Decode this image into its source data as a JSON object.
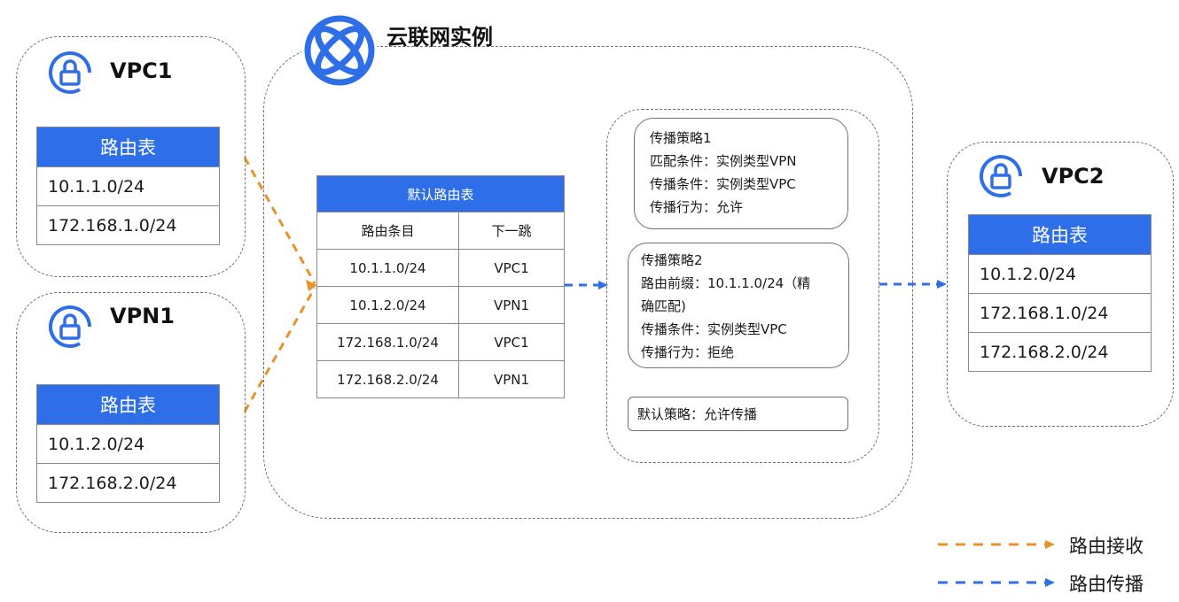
{
  "cloud_instance": {
    "title": "云联网实例"
  },
  "vpc1": {
    "title": "VPC1",
    "route_table": {
      "header": "路由表",
      "rows": [
        "10.1.1.0/24",
        "172.168.1.0/24"
      ]
    }
  },
  "vpn1": {
    "title": "VPN1",
    "route_table": {
      "header": "路由表",
      "rows": [
        "10.1.2.0/24",
        "172.168.2.0/24"
      ]
    }
  },
  "vpc2": {
    "title": "VPC2",
    "route_table": {
      "header": "路由表",
      "rows": [
        "10.1.2.0/24",
        "172.168.1.0/24",
        "172.168.2.0/24"
      ]
    }
  },
  "default_route_table": {
    "title": "默认路由表",
    "columns": [
      "路由条目",
      "下一跳"
    ],
    "rows": [
      [
        "10.1.1.0/24",
        "VPC1"
      ],
      [
        "10.1.2.0/24",
        "VPN1"
      ],
      [
        "172.168.1.0/24",
        "VPC1"
      ],
      [
        "172.168.2.0/24",
        "VPN1"
      ]
    ]
  },
  "policies": {
    "policy1": [
      "传播策略1",
      "匹配条件：实例类型VPN",
      "传播条件：实例类型VPC",
      "传播行为：允许"
    ],
    "policy2": [
      "传播策略2",
      "路由前缀：10.1.1.0/24（精",
      "确匹配)",
      "传播条件：实例类型VPC",
      "传播行为：拒绝"
    ],
    "default": "默认策略：允许传播"
  },
  "legend": {
    "receive": "路由接收",
    "propagate": "路由传播"
  },
  "colors": {
    "blue": "#2e6ee8",
    "orange": "#e8922e",
    "border": "#6f6f6f"
  }
}
